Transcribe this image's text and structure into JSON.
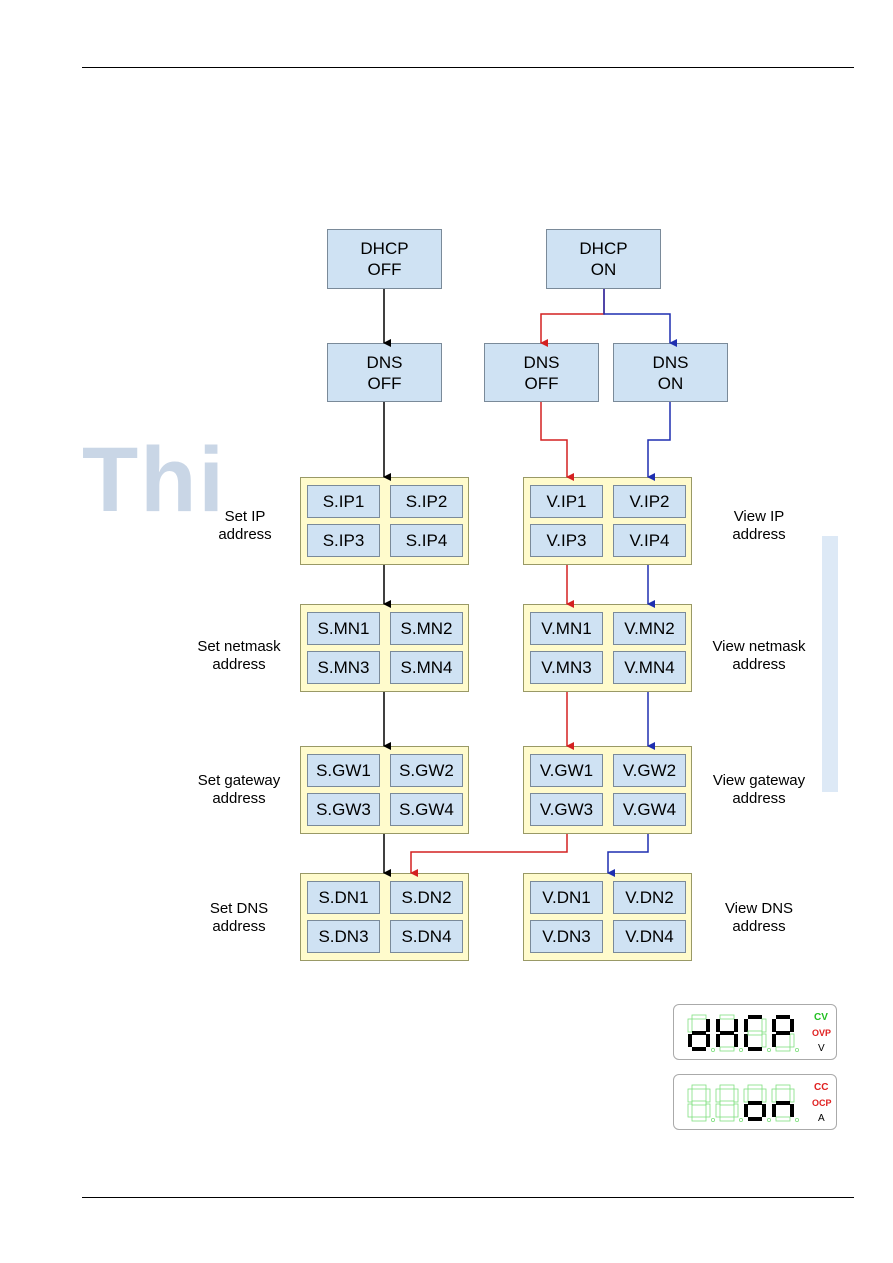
{
  "diagram": {
    "dhcp_off": "DHCP\nOFF",
    "dhcp_on": "DHCP\nON",
    "dns_off_left": "DNS\nOFF",
    "dns_off_right": "DNS\nOFF",
    "dns_on": "DNS\nON",
    "set_ip": [
      "S.IP1",
      "S.IP2",
      "S.IP3",
      "S.IP4"
    ],
    "view_ip": [
      "V.IP1",
      "V.IP2",
      "V.IP3",
      "V.IP4"
    ],
    "set_mn": [
      "S.MN1",
      "S.MN2",
      "S.MN3",
      "S.MN4"
    ],
    "view_mn": [
      "V.MN1",
      "V.MN2",
      "V.MN3",
      "V.MN4"
    ],
    "set_gw": [
      "S.GW1",
      "S.GW2",
      "S.GW3",
      "S.GW4"
    ],
    "view_gw": [
      "V.GW1",
      "V.GW2",
      "V.GW3",
      "V.GW4"
    ],
    "set_dn": [
      "S.DN1",
      "S.DN2",
      "S.DN3",
      "S.DN4"
    ],
    "view_dn": [
      "V.DN1",
      "V.DN2",
      "V.DN3",
      "V.DN4"
    ],
    "labels": {
      "set_ip": "Set IP\naddress",
      "view_ip": "View IP\naddress",
      "set_mn": "Set netmask\naddress",
      "view_mn": "View netmask\naddress",
      "set_gw": "Set gateway\naddress",
      "view_gw": "View gateway\naddress",
      "set_dn": "Set DNS\naddress",
      "view_dn": "View DNS\naddress"
    },
    "colors": {
      "box_fill": "#cfe2f3",
      "group_fill": "#fffbcc",
      "black_path": "#000000",
      "red_path": "#d42020",
      "blue_path": "#1f2fb0"
    }
  },
  "watermark": "Thi",
  "display": {
    "top": {
      "digits": "dHCP",
      "ind1": "CV",
      "ind2": "OVP",
      "unit": "V"
    },
    "bottom": {
      "digits": "on",
      "ind1": "CC",
      "ind2": "OCP",
      "unit": "A"
    },
    "colors": {
      "lit": "#000000",
      "dim": "#7fe07f",
      "cv": "#22c022",
      "red": "#e02020"
    }
  }
}
